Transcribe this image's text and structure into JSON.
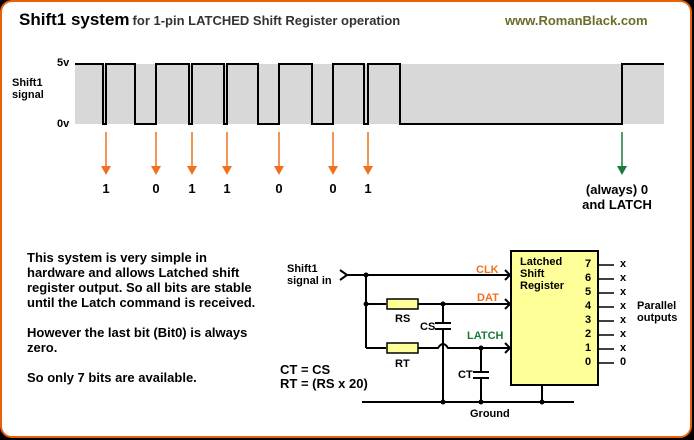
{
  "header": {
    "title": "Shift1 system",
    "subtitle": "for 1-pin LATCHED Shift Register operation",
    "website": "www.RomanBlack.com"
  },
  "timing": {
    "signal_label_line1": "Shift1",
    "signal_label_line2": "signal",
    "level_high": "5v",
    "level_low": "0v",
    "bits": [
      "1",
      "0",
      "1",
      "1",
      "0",
      "0",
      "1"
    ],
    "final_label_line1": "(always) 0",
    "final_label_line2": "and LATCH"
  },
  "description": {
    "paragraphs": [
      "This system is very simple in hardware and allows Latched shift register output. So all bits are stable until the Latch command is received.",
      "However the last bit (Bit0) is always zero.",
      "So only 7 bits are available."
    ]
  },
  "circuit": {
    "input_label_line1": "Shift1",
    "input_label_line2": "signal in",
    "clk": "CLK",
    "dat": "DAT",
    "latch": "LATCH",
    "rs": "RS",
    "rt": "RT",
    "cs": "CS",
    "ct": "CT",
    "ground": "Ground",
    "formula1": "CT = CS",
    "formula2": "RT = (RS x 20)",
    "register_line1": "Latched",
    "register_line2": "Shift",
    "register_line3": "Register",
    "pins": [
      "7",
      "6",
      "5",
      "4",
      "3",
      "2",
      "1",
      "0"
    ],
    "outputs": [
      "x",
      "x",
      "x",
      "x",
      "x",
      "x",
      "x",
      "0"
    ],
    "parallel_line1": "Parallel",
    "parallel_line2": "outputs"
  },
  "colors": {
    "frame": "#e8620c",
    "orange": "#f07020",
    "green": "#1a7a3a",
    "register_fill": "#ffff99",
    "resistor_fill": "#ffff99",
    "signal_bg": "#d8d8d8"
  }
}
